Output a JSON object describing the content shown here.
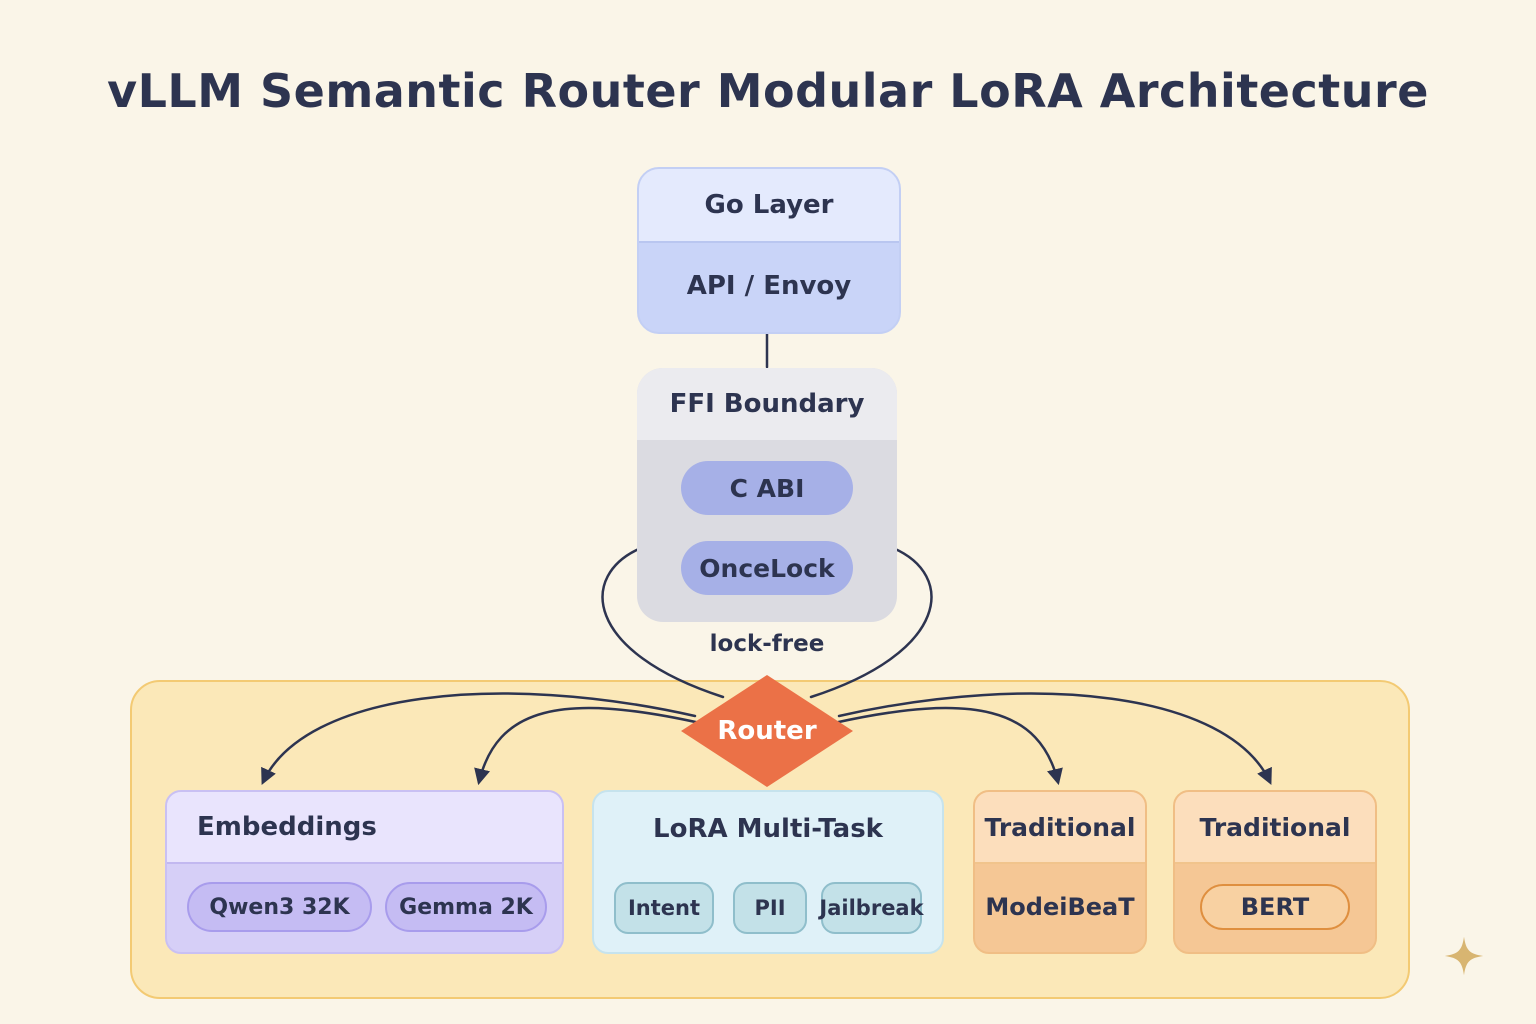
{
  "title": "vLLM Semantic Router Modular LoRA Architecture",
  "go_layer": {
    "header": "Go Layer",
    "body": "API / Envoy"
  },
  "ffi": {
    "header": "FFI Boundary",
    "pills": [
      "C ABI",
      "OnceLock"
    ]
  },
  "lock_free_label": "lock-free",
  "router_label": "Router",
  "groups": {
    "embeddings": {
      "title": "Embeddings",
      "pills": [
        "Qwen3 32K",
        "Gemma 2K"
      ]
    },
    "lora": {
      "title": "LoRA Multi-Task",
      "pills": [
        "Intent",
        "PII",
        "Jailbreak"
      ]
    },
    "traditional_modernbert": {
      "title": "Traditional",
      "body": "ModeiBeaT"
    },
    "traditional_bert": {
      "title": "Traditional",
      "pill": "BERT"
    }
  },
  "colors": {
    "background": "#faf5e8",
    "ink": "#2d3450",
    "router_orange": "#eb7147",
    "container_yellow": "#fbe8b8",
    "go_layer_blue": "#c9d4f8",
    "ffi_gray": "#dbdbe1",
    "ffi_pill_periwinkle": "#a6b0e7",
    "embeddings_lavender": "#d6cff7",
    "lora_cyan": "#dff1f8",
    "traditional_peach": "#f5c795",
    "sparkle_gold": "#d8b571"
  }
}
